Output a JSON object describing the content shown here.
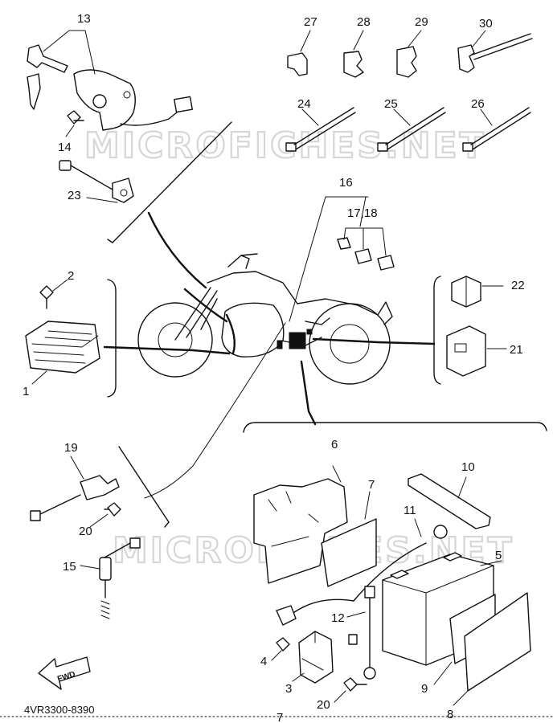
{
  "part_numbers": [
    "1",
    "2",
    "3",
    "4",
    "5",
    "6",
    "7",
    "8",
    "9",
    "10",
    "11",
    "12",
    "13",
    "14",
    "15",
    "16",
    "17,18",
    "19",
    "20",
    "20",
    "21",
    "22",
    "23",
    "24",
    "25",
    "26",
    "27",
    "28",
    "29",
    "30"
  ],
  "catalog_code": "4VR3300-8390",
  "page_number": "7",
  "forward_label": "FWD",
  "watermark_text": "MICROFICHES.NET",
  "colors": {
    "ink": "#111111",
    "watermark": "#d6d6d6",
    "paper": "#ffffff"
  }
}
